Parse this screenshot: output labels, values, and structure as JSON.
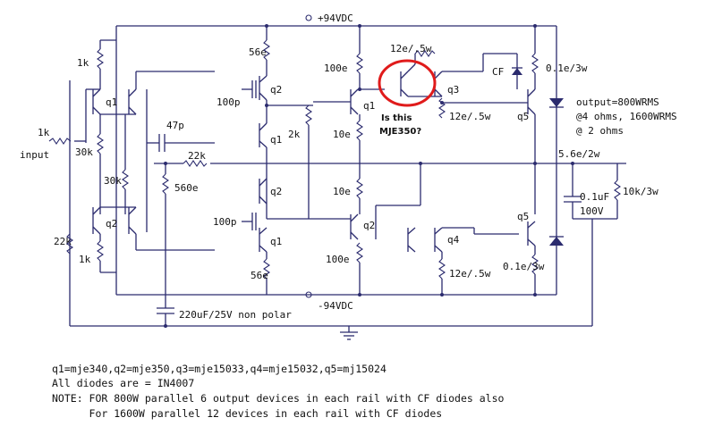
{
  "rails": {
    "positive": "+94VDC",
    "negative": "-94VDC"
  },
  "labels": {
    "input": "input",
    "r_in": "1k",
    "r_1k_top": "1k",
    "r_30k_a": "30k",
    "r_30k_b": "30k",
    "r_22k_left": "22k",
    "r_1k_bot": "1k",
    "q1_left": "q1",
    "q2_left": "q2",
    "cap_47p": "47p",
    "r_22k_fb": "22k",
    "r_560e": "560e",
    "r_56e_top": "56e",
    "r_56e_bot": "56e",
    "cap_100p_top": "100p",
    "cap_100p_bot": "100p",
    "q2_mid_top": "q2",
    "q1_mid": "q1",
    "q2_mid": "q2",
    "q1_mid_bot": "q1",
    "pot_2k": "2k",
    "r_100e_top": "100e",
    "r_10e_top": "10e",
    "r_10e_bot": "10e",
    "r_100e_bot": "100e",
    "q1_driver": "q1",
    "q2_driver": "q2",
    "r_12e_top": "12e/.5w",
    "r_12e_mid": "12e/.5w",
    "r_12e_bot": "12e/.5w",
    "q3": "q3",
    "q4": "q4",
    "q5_top": "q5",
    "q5_bot": "q5",
    "cf": "CF",
    "r_01e_top": "0.1e/3w",
    "r_01e_bot": "0.1e/3w",
    "r_56e_zobel": "5.6e/2w",
    "cap_01uf": "0.1uF",
    "cap_100v": "100V",
    "r_10k": "10k/3w",
    "cap_220uf": "220uF/25V non polar"
  },
  "annotation": {
    "line1": "Is this",
    "line2": "MJE350?"
  },
  "output_text": [
    "output=800WRMS",
    "@4 ohms, 1600WRMS",
    "@ 2 ohms"
  ],
  "notes": [
    "q1=mje340,q2=mje350,q3=mje15033,q4=mje15032,q5=mj15024",
    "All diodes are = IN4007",
    "NOTE: FOR 800W parallel 6 output devices in each rail with CF diodes also",
    "      For 1600W parallel 12 devices in each rail with CF diodes"
  ],
  "colors": {
    "wire": "#2b2b6e",
    "highlight": "#e01b1b"
  }
}
